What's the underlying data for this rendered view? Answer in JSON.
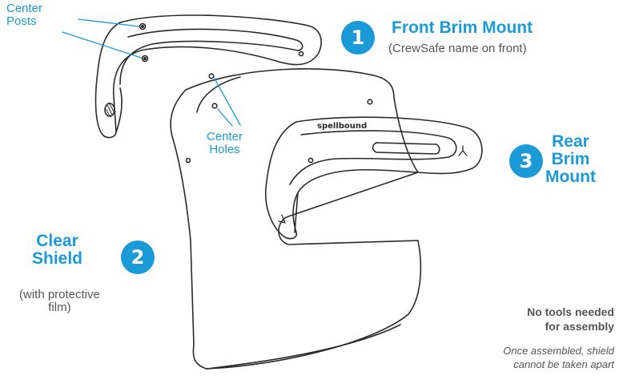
{
  "colors": {
    "accent": "#1a9ad6",
    "line": "#2a2a2a",
    "muted": "#555555"
  },
  "callouts": {
    "center_posts": [
      "Center",
      "Posts"
    ],
    "center_holes": [
      "Center",
      "Holes"
    ]
  },
  "parts": [
    {
      "number": "1",
      "title_lines": [
        "Front Brim Mount"
      ],
      "subtitle_lines": [
        "(CrewSafe name on front)"
      ]
    },
    {
      "number": "2",
      "title_lines": [
        "Clear",
        "Shield"
      ],
      "subtitle_lines": [
        "(with protective",
        "film)"
      ]
    },
    {
      "number": "3",
      "title_lines": [
        "Rear",
        "Brim",
        "Mount"
      ],
      "subtitle_lines": []
    }
  ],
  "brand_mark": "spellbound",
  "notes": {
    "tools": [
      "No tools needed",
      "for assembly"
    ],
    "warning": [
      "Once assembled, shield",
      "cannot be taken apart"
    ]
  }
}
